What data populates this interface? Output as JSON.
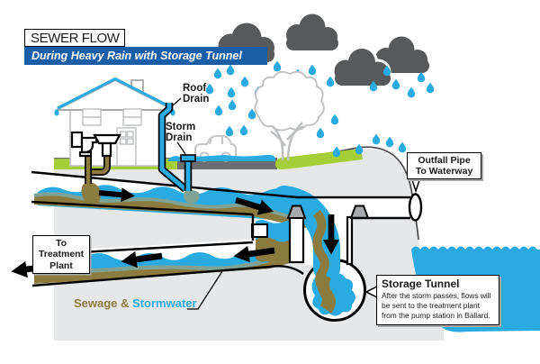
{
  "title": {
    "main": "SEWER FLOW",
    "banner": "During Heavy Rain with Storage Tunnel"
  },
  "labels": {
    "roof_drain": [
      "Roof",
      "Drain"
    ],
    "storm_drain": [
      "Storm",
      "Drain"
    ],
    "outfall": [
      "Outfall Pipe",
      "To Waterway"
    ],
    "treatment": [
      "To",
      "Treatment",
      "Plant"
    ],
    "storage": {
      "title": "Storage Tunnel",
      "body": [
        "After the storm passes, flows will",
        "be sent to the treatment plant",
        "from the pump station in Ballard."
      ]
    },
    "legend": {
      "sewage": "Sewage &",
      "stormwater": "Stormwater"
    }
  },
  "colors": {
    "water_blue": "#29ABE2",
    "sewage_olive": "#8C7B3E",
    "mix_teal": "#7FA294",
    "banner_blue": "#1B5EA8",
    "cloud_gray": "#58595B",
    "grass_green": "#A6CE39",
    "road_gray": "#6D6E71",
    "ground_gray": "#E6E7E8",
    "weir_gray": "#A7A9AC"
  }
}
